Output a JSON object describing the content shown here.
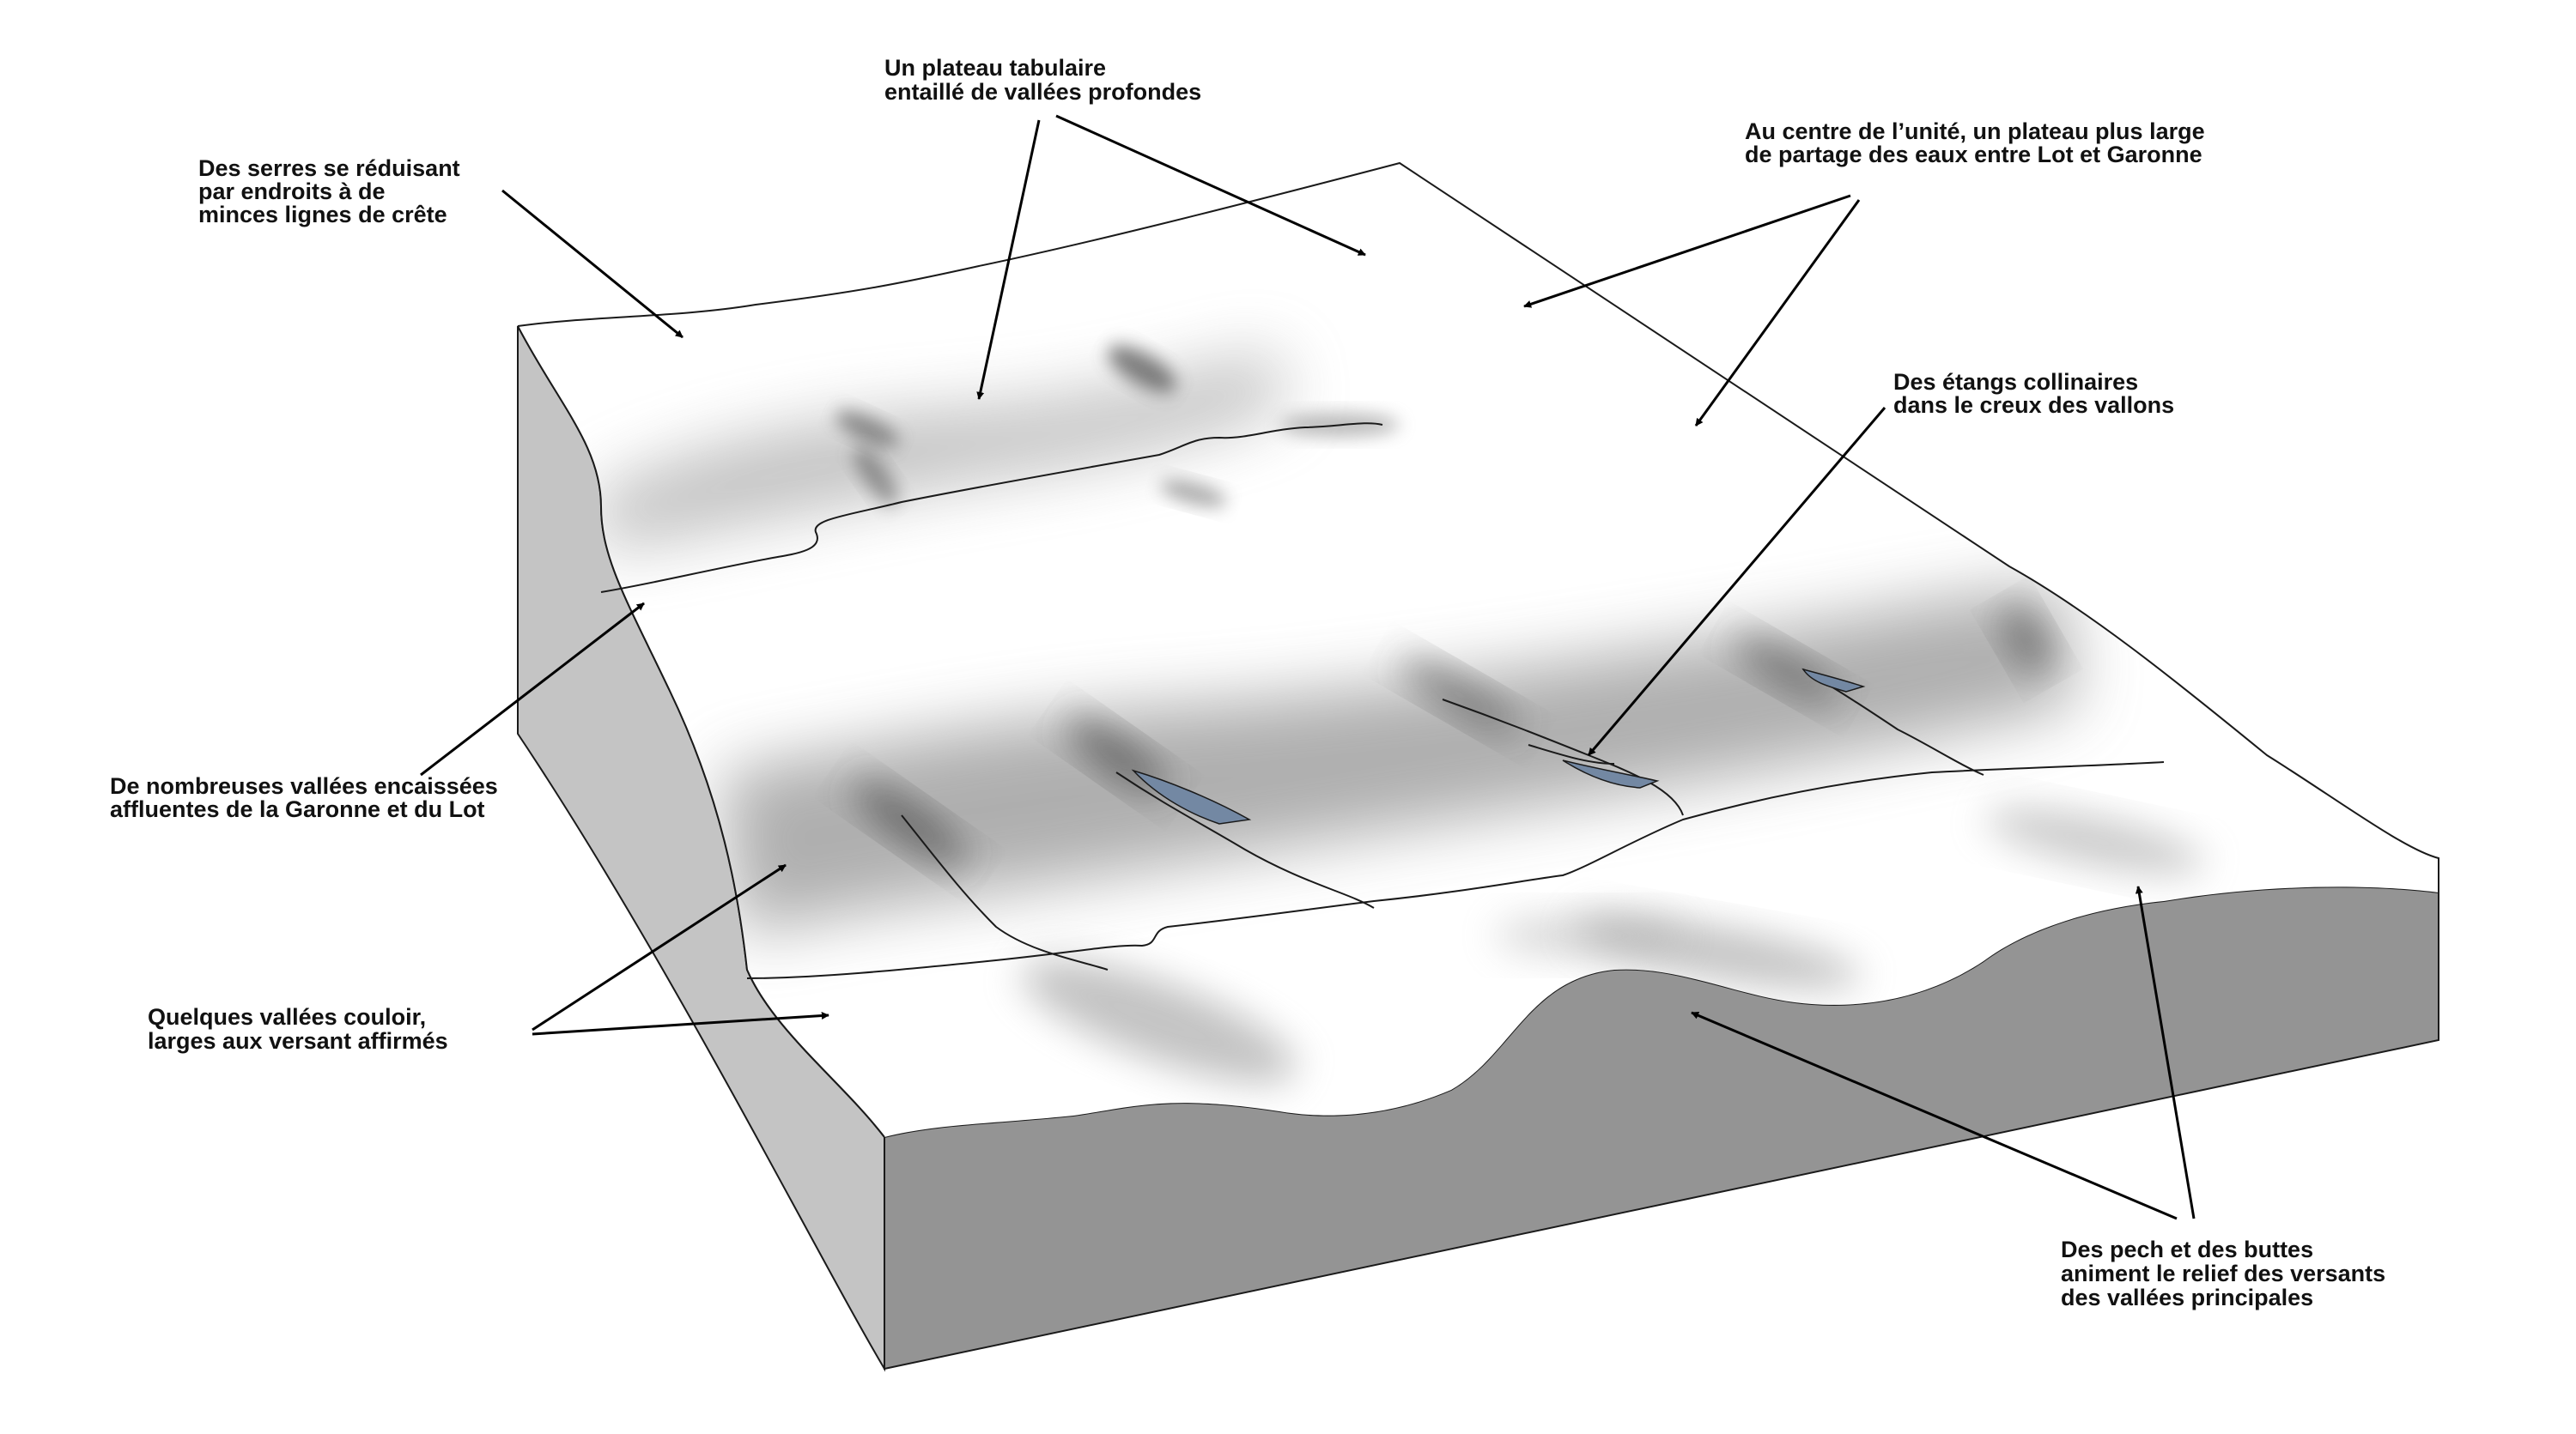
{
  "annotations": [
    {
      "id": "serres",
      "lines": [
        "Des serres se réduisant",
        "par endroits à de",
        "minces lignes de crête"
      ]
    },
    {
      "id": "plateau-tabulaire",
      "lines": [
        "Un plateau tabulaire",
        "entaillé de vallées profondes"
      ]
    },
    {
      "id": "plateau-large",
      "lines": [
        "Au centre de l’unité, un plateau plus large",
        "de partage des eaux  entre Lot et Garonne"
      ]
    },
    {
      "id": "etangs",
      "lines": [
        "Des étangs collinaires",
        "dans le creux des vallons"
      ]
    },
    {
      "id": "vallees-encaissees",
      "lines": [
        "De nombreuses vallées encaissées",
        "affluentes de la Garonne et du Lot"
      ]
    },
    {
      "id": "vallees-couloir",
      "lines": [
        "Quelques vallées couloir,",
        "larges aux versant affirmés"
      ]
    },
    {
      "id": "pech-buttes",
      "lines": [
        "Des pech et des buttes",
        "animent le relief des versants",
        "des vallées principales"
      ]
    }
  ],
  "colors": {
    "surface": "#ffffff",
    "left_face": "#c4c4c4",
    "front_face": "#949494",
    "valley_shade": "#606060",
    "pond": "#7388a3",
    "outline": "#1a1a1a"
  }
}
